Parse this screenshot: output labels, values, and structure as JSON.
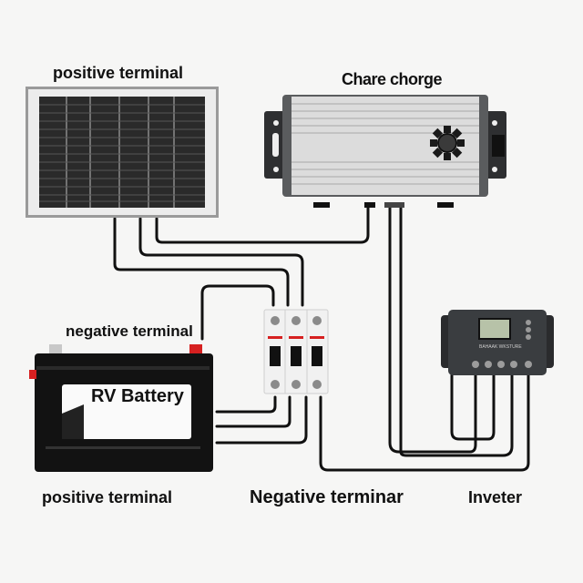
{
  "labels": {
    "solar_panel_top": "positive terminal",
    "charge_controller_top": "Chare chorge",
    "battery_top": "negative terminal",
    "battery_bottom": "positive terminal",
    "breaker_bottom": "Negative terminar",
    "inverter_bottom": "Inveter"
  },
  "battery": {
    "brand_label": "RV Battery",
    "terminal_left_color": "#c8c8c8",
    "terminal_right_color": "#d62020"
  },
  "breaker": {
    "poles": 3,
    "accent_color": "#d62020"
  },
  "inverter": {
    "panel_text": "BAHAAK WKSTURE"
  },
  "colors": {
    "background": "#f6f6f5",
    "wire": "#111111",
    "solar_cell": "#2a2a2a",
    "solar_frame": "#9a9a9a",
    "controller_body": "#d8d8d8",
    "battery_body": "#121212",
    "inverter_body": "#3a3d40",
    "lcd": "#b7c2a8"
  }
}
